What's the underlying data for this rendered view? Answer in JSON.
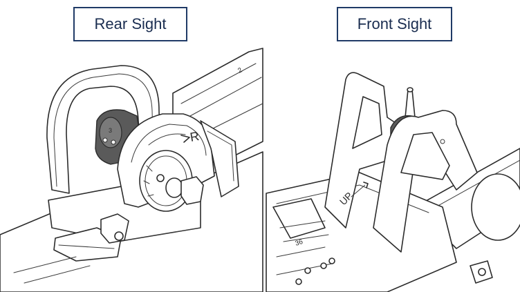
{
  "labels": {
    "rear": "Rear Sight",
    "front": "Front Sight"
  },
  "engravings": {
    "drum_number": "3",
    "dial_letter": "R",
    "rail_number": "2",
    "front_up": "UP",
    "gas_block_number": "36"
  },
  "colors": {
    "label_border": "#1f3a66",
    "label_text": "#1a2d50",
    "line": "#2b2b2b",
    "dark_part": "#5a5a5a"
  }
}
